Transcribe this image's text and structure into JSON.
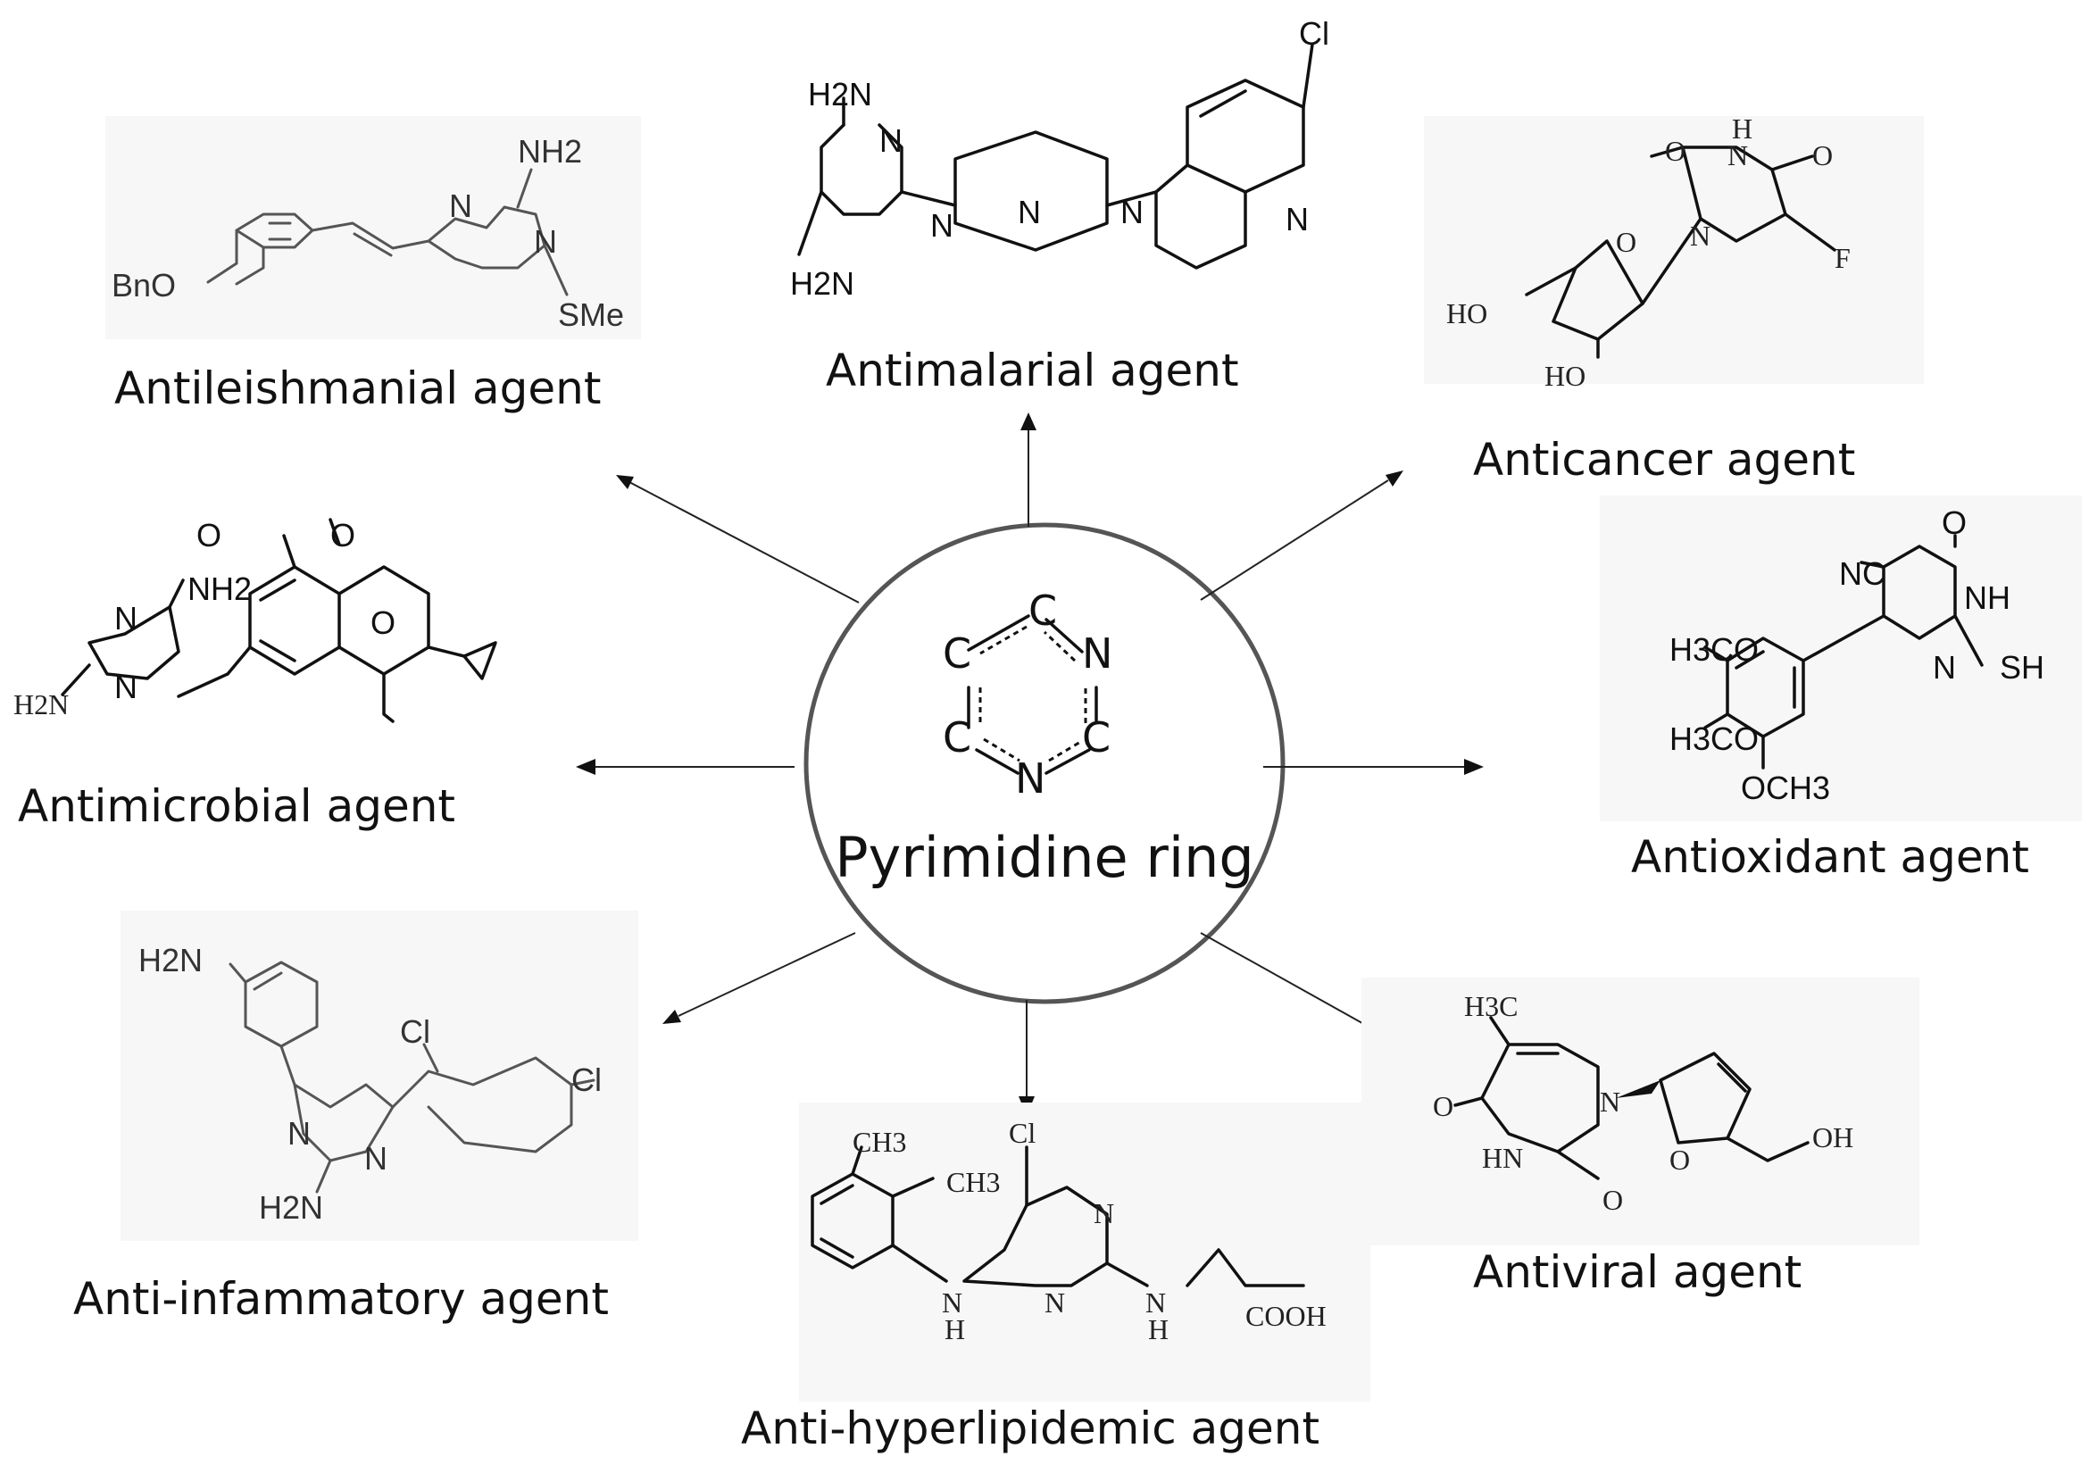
{
  "center": {
    "label": "Pyrimidine ring",
    "ring_atoms": [
      "C",
      "N",
      "C",
      "N",
      "C",
      "C"
    ]
  },
  "agents": {
    "antileishmanial": "Antileishmanial agent",
    "antimalarial": "Antimalarial agent",
    "anticancer": "Anticancer agent",
    "antimicrobial": "Antimicrobial agent",
    "antioxidant": "Antioxidant agent",
    "anti_inflammatory": "Anti-infammatory agent",
    "anti_hyperlipidemic": "Anti-hyperlipidemic agent",
    "antiviral": "Antiviral agent"
  },
  "structures": {
    "antileishmanial": {
      "groups": [
        "NH2",
        "N",
        "N",
        "BnO",
        "SMe"
      ]
    },
    "antimalarial": {
      "groups": [
        "H2N",
        "N",
        "N",
        "H2N",
        "N",
        "N",
        "Cl",
        "N"
      ]
    },
    "anticancer": {
      "groups": [
        "O",
        "H",
        "N",
        "O",
        "N",
        "F",
        "O",
        "HO",
        "HO"
      ]
    },
    "antimicrobial": {
      "groups": [
        "O",
        "O",
        "NH2",
        "N",
        "H2N",
        "N",
        "O"
      ]
    },
    "antioxidant": {
      "groups": [
        "O",
        "NC",
        "NH",
        "H3CO",
        "N",
        "SH",
        "H3CO",
        "OCH3"
      ]
    },
    "anti_inflammatory": {
      "groups": [
        "H2N",
        "Cl",
        "Cl",
        "N",
        "N",
        "H2N"
      ]
    },
    "anti_hyperlipidemic": {
      "groups": [
        "CH3",
        "CH3",
        "Cl",
        "N",
        "N",
        "N",
        "H",
        "N",
        "H",
        "COOH"
      ]
    },
    "antiviral": {
      "groups": [
        "H3C",
        "N",
        "O",
        "HN",
        "O",
        "O",
        "OH"
      ]
    }
  }
}
